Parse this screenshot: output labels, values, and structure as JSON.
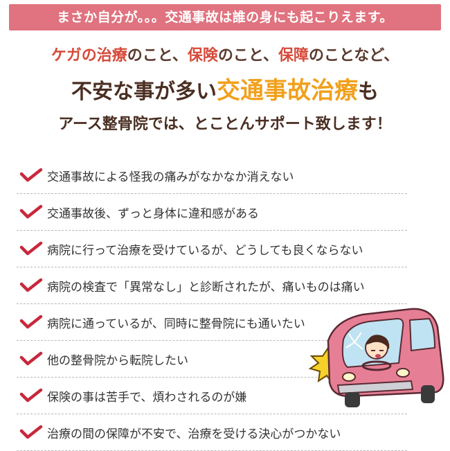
{
  "banner": {
    "text": "まさか自分が。。。交通事故は誰の身にも起こりえます。"
  },
  "headline": {
    "line1": [
      {
        "text": "ケガの治療",
        "emphasis": true
      },
      {
        "text": "のこと、",
        "emphasis": false
      },
      {
        "text": "保険",
        "emphasis": true
      },
      {
        "text": "のこと、",
        "emphasis": false
      },
      {
        "text": "保障",
        "emphasis": true
      },
      {
        "text": "のことなど、",
        "emphasis": false
      }
    ],
    "line2_pre": "不安な事が多い",
    "line2_highlight": "交通事故治療",
    "line2_post": "も",
    "line3": "アース整骨院では、とことんサポート致します！"
  },
  "checklist": {
    "icon": "check-mark-icon",
    "items": [
      "交通事故による怪我の痛みがなかなか消えない",
      "交通事故後、ずっと身体に違和感がある",
      "病院に行って治療を受けているが、どうしても良くならない",
      "病院の検査で「異常なし」と診断されたが、痛いものは痛い",
      "病院に通っているが、同時に整骨院にも通いたい",
      "他の整骨院から転院したい",
      "保険の事は苦手で、煩わされるのが嫌",
      "治療の間の保障が不安で、治療を受ける決心がつかない"
    ]
  },
  "illustration": {
    "icon": "car-accident-illustration"
  },
  "colors": {
    "banner_bg": "#e0737f",
    "emphasis_red": "#d64a3a",
    "highlight_orange": "#f1a01c",
    "check_red": "#c8283c",
    "text_brown": "#4a2e22"
  }
}
